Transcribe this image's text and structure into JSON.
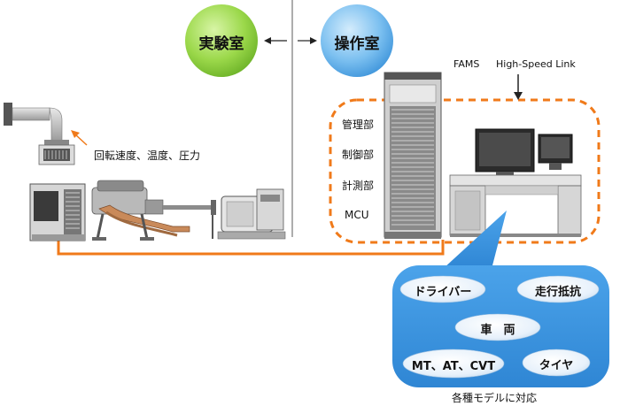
{
  "rooms": {
    "lab": "実験室",
    "control": "操作室"
  },
  "header_labels": {
    "fams": "FAMS",
    "link": "High-Speed Link"
  },
  "panel": {
    "sections": [
      "管理部",
      "制御部",
      "計測部",
      "MCU"
    ]
  },
  "sensor_label": "回転速度、温度、圧力",
  "models": {
    "items": [
      "ドライバー",
      "走行抵抗",
      "車　両",
      "MT、AT、CVT",
      "タイヤ"
    ],
    "caption": "各種モデルに対応"
  },
  "colors": {
    "lab_circle": "#8fd13a",
    "control_circle": "#5fb0ea",
    "dashed_border": "#f07a1a",
    "cable": "#f07a1a",
    "callout": "#3d95e0"
  }
}
